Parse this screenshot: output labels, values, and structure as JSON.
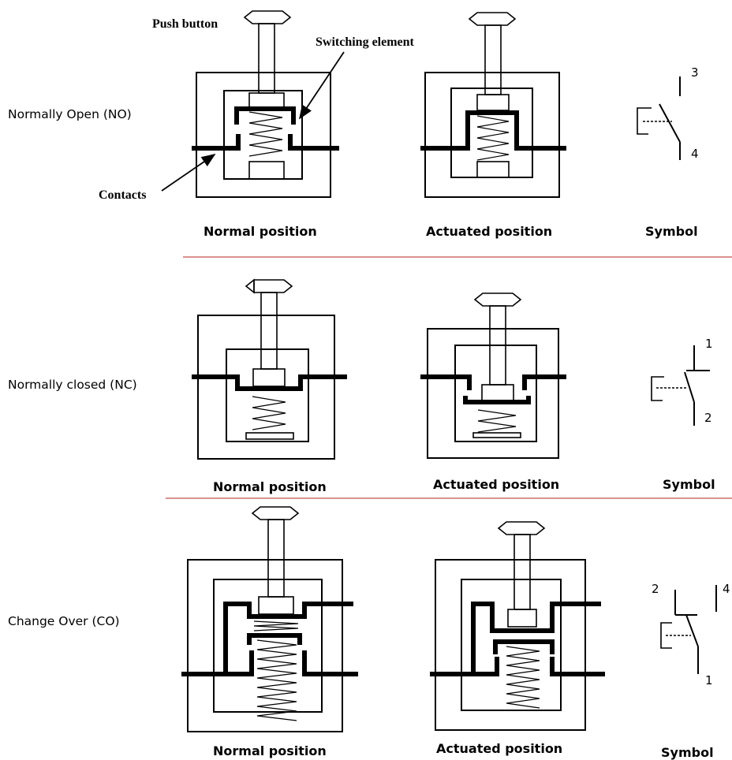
{
  "annotations": {
    "push_button": "Push button",
    "switching_element": "Switching element",
    "contacts": "Contacts"
  },
  "rows": [
    {
      "label": "Normally Open (NO)",
      "captions": [
        "Normal position",
        "Actuated position",
        "Symbol"
      ],
      "symbol_terminals": [
        "3",
        "4"
      ]
    },
    {
      "label": "Normally closed (NC)",
      "captions": [
        "Normal position",
        "Actuated position",
        "Symbol"
      ],
      "symbol_terminals": [
        "1",
        "2"
      ]
    },
    {
      "label": "Change Over (CO)",
      "captions": [
        "Normal position",
        "Actuated position",
        "Symbol"
      ],
      "symbol_terminals": [
        "2",
        "4",
        "1"
      ]
    }
  ],
  "colors": {
    "line": "#000000",
    "separator": "#c0504d",
    "background": "#ffffff"
  }
}
